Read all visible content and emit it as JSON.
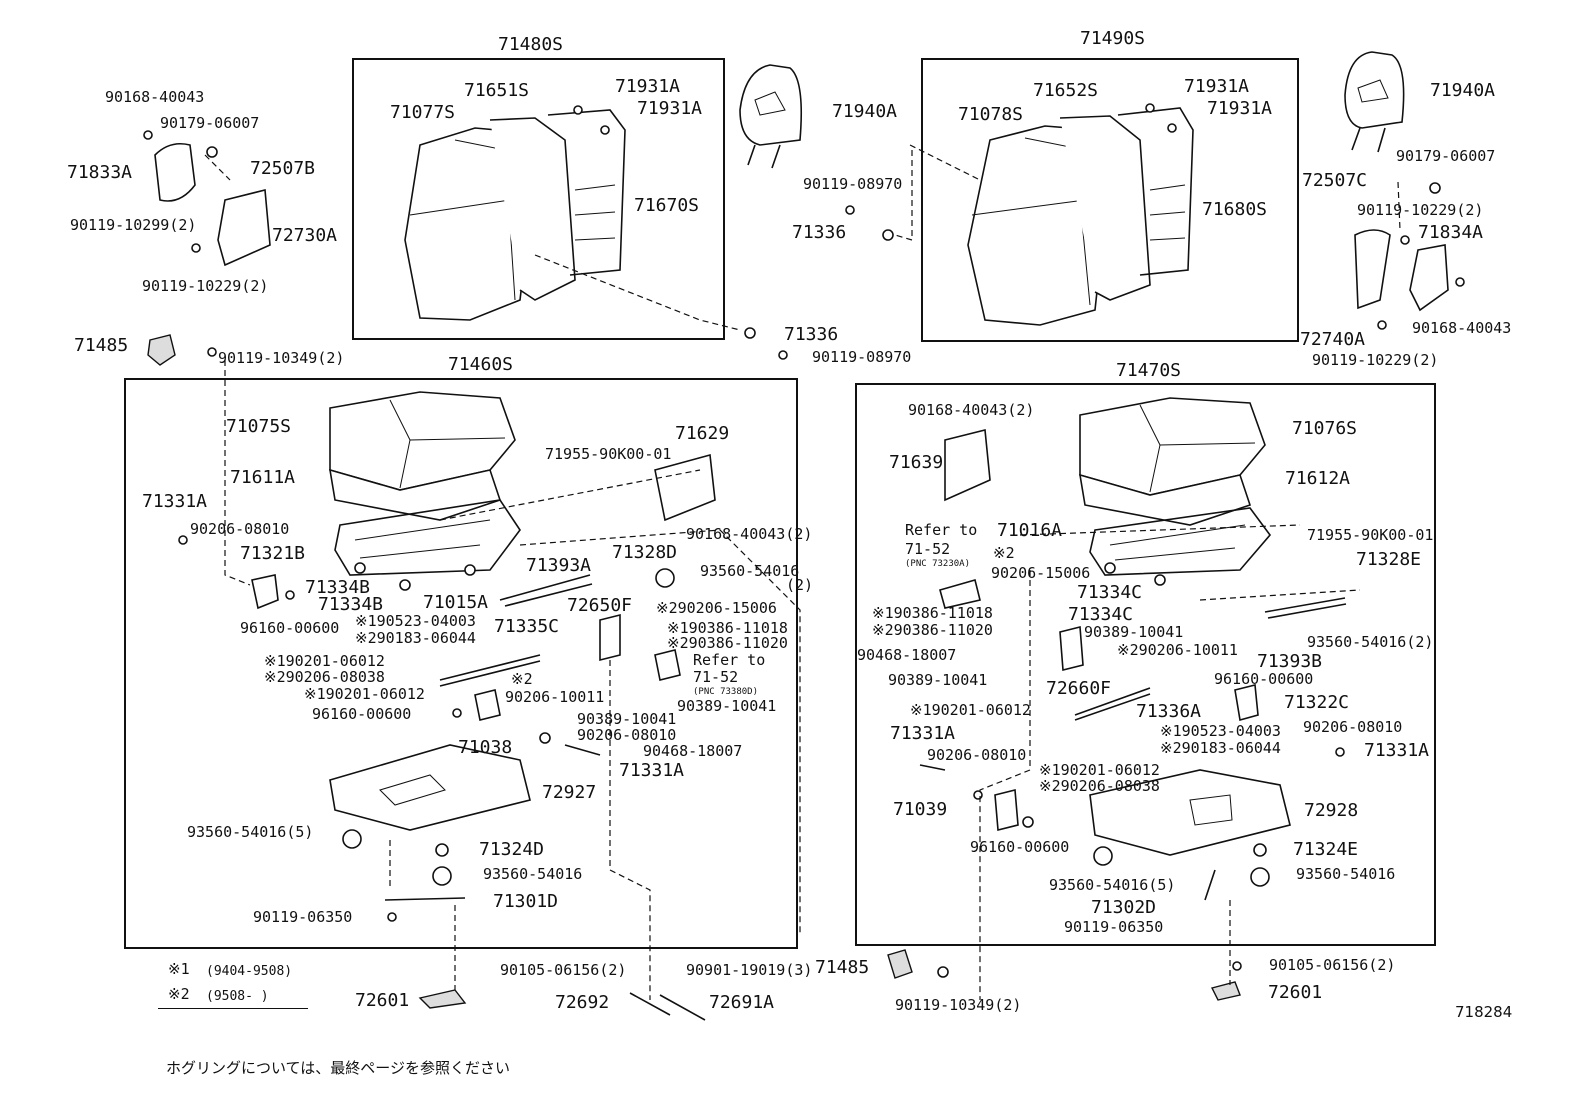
{
  "assemblies": {
    "upper_left": "71480S",
    "upper_right": "71490S",
    "lower_left": "71460S",
    "lower_right": "71470S"
  },
  "labels": {
    "a": "90168-40043",
    "b": "90179-06007",
    "c": "71833A",
    "d": "72507B",
    "e": "90119-10299(2)",
    "f": "72730A",
    "g": "90119-10229(2)",
    "h": "71485",
    "i": "90119-10349(2)",
    "ul1": "71651S",
    "ul2": "71077S",
    "ul3": "71931A",
    "ul4": "71931A",
    "ul5": "71670S",
    "hr1": "71940A",
    "hr2": "90119-08970",
    "hr3": "71336",
    "hr4": "71336",
    "hr5": "90119-08970",
    "ur1": "71652S",
    "ur2": "71078S",
    "ur3": "71931A",
    "ur4": "71931A",
    "ur5": "71680S",
    "rr1": "71940A",
    "rr2": "90179-06007",
    "rr3": "72507C",
    "rr4": "90119-10229(2)",
    "rr5": "71834A",
    "rr6": "72740A",
    "rr7": "90168-40043",
    "rr8": "90119-10229(2)",
    "l1": "71075S",
    "l2": "71611A",
    "l3": "71331A",
    "l4": "90206-08010",
    "l5": "71321B",
    "l6": "71334B",
    "l7": "71334B",
    "l8": "71015A",
    "l9": "96160-00600",
    "l10": "71955-90K00-01",
    "l11": "71629",
    "l12": "90168-40043(2)",
    "l13": "71328D",
    "l14": "71393A",
    "l15": "93560-54016",
    "l16": "(2)",
    "l17": "72650F",
    "l18": "※290206-15006",
    "l19": "※190523-04003",
    "l20": "※290183-06044",
    "l21": "71335C",
    "l22": "※190386-11018",
    "l23": "※290386-11020",
    "l24": "※190201-06012",
    "l25": "※290206-08038",
    "l26": "※2",
    "l27": "※190201-06012",
    "l28": "90206-10011",
    "l29": "Refer to",
    "l30": "71-52",
    "l31": "(PNC 73380D)",
    "l32": "96160-00600",
    "l33": "90389-10041",
    "l34": "90389-10041",
    "l35": "90206-08010",
    "l36": "71038",
    "l37": "90468-18007",
    "l38": "71331A",
    "l39": "72927",
    "l40": "93560-54016(5)",
    "l41": "71324D",
    "l42": "93560-54016",
    "l43": "90119-06350",
    "l44": "71301D",
    "l45": "90105-06156(2)",
    "l46": "90901-19019(3)",
    "l47": "72601",
    "l48": "72692",
    "l49": "72691A",
    "r1": "90168-40043(2)",
    "r2": "71076S",
    "r3": "71639",
    "r4": "71612A",
    "r5": "Refer to",
    "r6": "71-52",
    "r7": "(PNC 73230A)",
    "r8": "71016A",
    "r9": "71955-90K00-01",
    "r10": "※2",
    "r11": "90206-15006",
    "r12": "71334C",
    "r13": "71328E",
    "r14": "※190386-11018",
    "r15": "71334C",
    "r16": "※290386-11020",
    "r17": "90389-10041",
    "r18": "93560-54016(2)",
    "r19": "90468-18007",
    "r20": "※290206-10011",
    "r21": "71393B",
    "r22": "90389-10041",
    "r23": "72660F",
    "r24": "96160-00600",
    "r25": "71322C",
    "r26": "※190201-06012",
    "r27": "71336A",
    "r28": "90206-08010",
    "r29": "71331A",
    "r30": "※190523-04003",
    "r31": "90206-08010",
    "r32": "※290183-06044",
    "r33": "71331A",
    "r34": "※190201-06012",
    "r35": "※290206-08038",
    "r36": "71039",
    "r37": "72928",
    "r38": "96160-00600",
    "r39": "71324E",
    "r40": "93560-54016",
    "r41": "93560-54016(5)",
    "r42": "71302D",
    "r43": "90119-06350",
    "r44": "71485",
    "r45": "90105-06156(2)",
    "r46": "90119-10349(2)",
    "r47": "72601"
  },
  "legend": {
    "mark1": "※1",
    "range1": "(9404-9508)",
    "mark2": "※2",
    "range2": "(9508-        )"
  },
  "code": "718284",
  "footnote": "ホグリングについては、最終ページを参照ください"
}
